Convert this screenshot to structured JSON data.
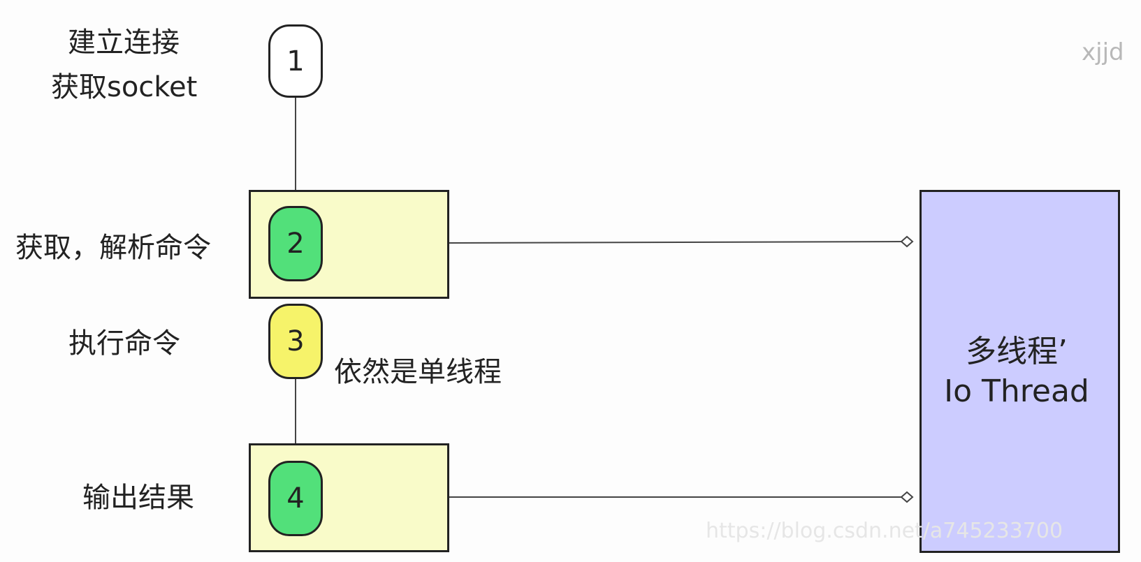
{
  "labels": {
    "step1_line1": "建立连接",
    "step1_line2": "获取socket",
    "step2": "获取，解析命令",
    "step3": "执行命令",
    "step4": "输出结果",
    "single_thread_note": "依然是单线程"
  },
  "nodes": {
    "n1": "1",
    "n2": "2",
    "n3": "3",
    "n4": "4"
  },
  "io_thread_box": {
    "line1": "多线程’",
    "line2": "Io Thread"
  },
  "watermark": "xjjd",
  "source_watermark": "https://blog.csdn.net/a745233700",
  "colors": {
    "panel_fill": "#f9fbc9",
    "io_box_fill": "#ccccff",
    "node_green": "#52e07a",
    "node_yellow": "#f6f36a",
    "node_white": "#ffffff"
  }
}
